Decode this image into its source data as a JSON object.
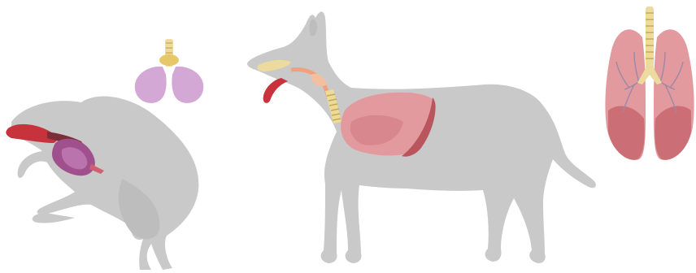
{
  "figure": {
    "panels": [
      {
        "id": "frog",
        "illustration": "frog-silhouette-with-sac-lungs",
        "inset": "simple-sac-lungs"
      },
      {
        "id": "dog",
        "illustration": "dog-silhouette-with-respiratory-tract"
      },
      {
        "id": "lungs",
        "illustration": "lobed-lungs-with-bronchial-tree"
      }
    ]
  },
  "colors": {
    "silhouette": "#c9c9c9",
    "silhouette_dark": "#9a9a9a",
    "lung_pink": "#e39a9e",
    "lung_dark": "#b9555c",
    "sac_purple": "#d4a8d4",
    "trachea_yellow": "#ecdb9c",
    "mouth_red": "#c8323c",
    "frog_lung_purple": "#a0508c"
  }
}
